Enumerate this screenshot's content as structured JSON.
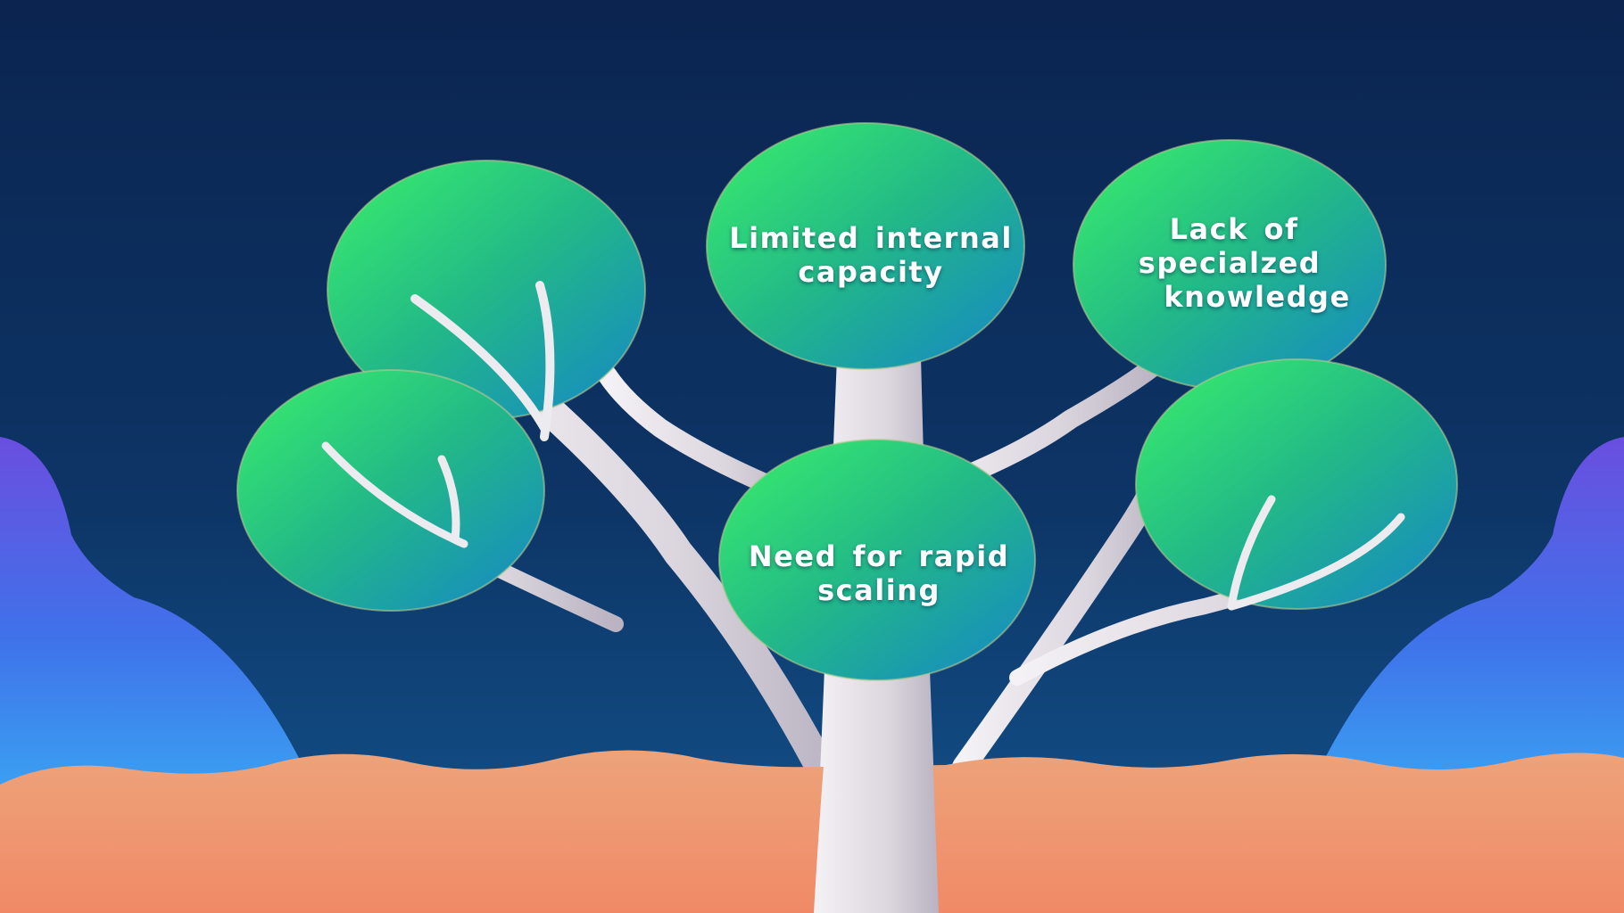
{
  "crowns": [
    {
      "id": "limited",
      "lines": [
        "Limited internal",
        "capacity"
      ]
    },
    {
      "id": "lack",
      "lines": [
        "Lack of",
        "specialzed",
        "knowledge"
      ]
    },
    {
      "id": "need",
      "lines": [
        "Need for rapid",
        "scaling"
      ]
    }
  ],
  "colors": {
    "sky_top": "#0b2450",
    "sky_bottom": "#124f8c",
    "hill": "#3f7ae8",
    "ground": "#f0a070",
    "trunk": "#e6e2e8",
    "crown_green": "#34e86a",
    "crown_blue": "#1a8ac4"
  }
}
